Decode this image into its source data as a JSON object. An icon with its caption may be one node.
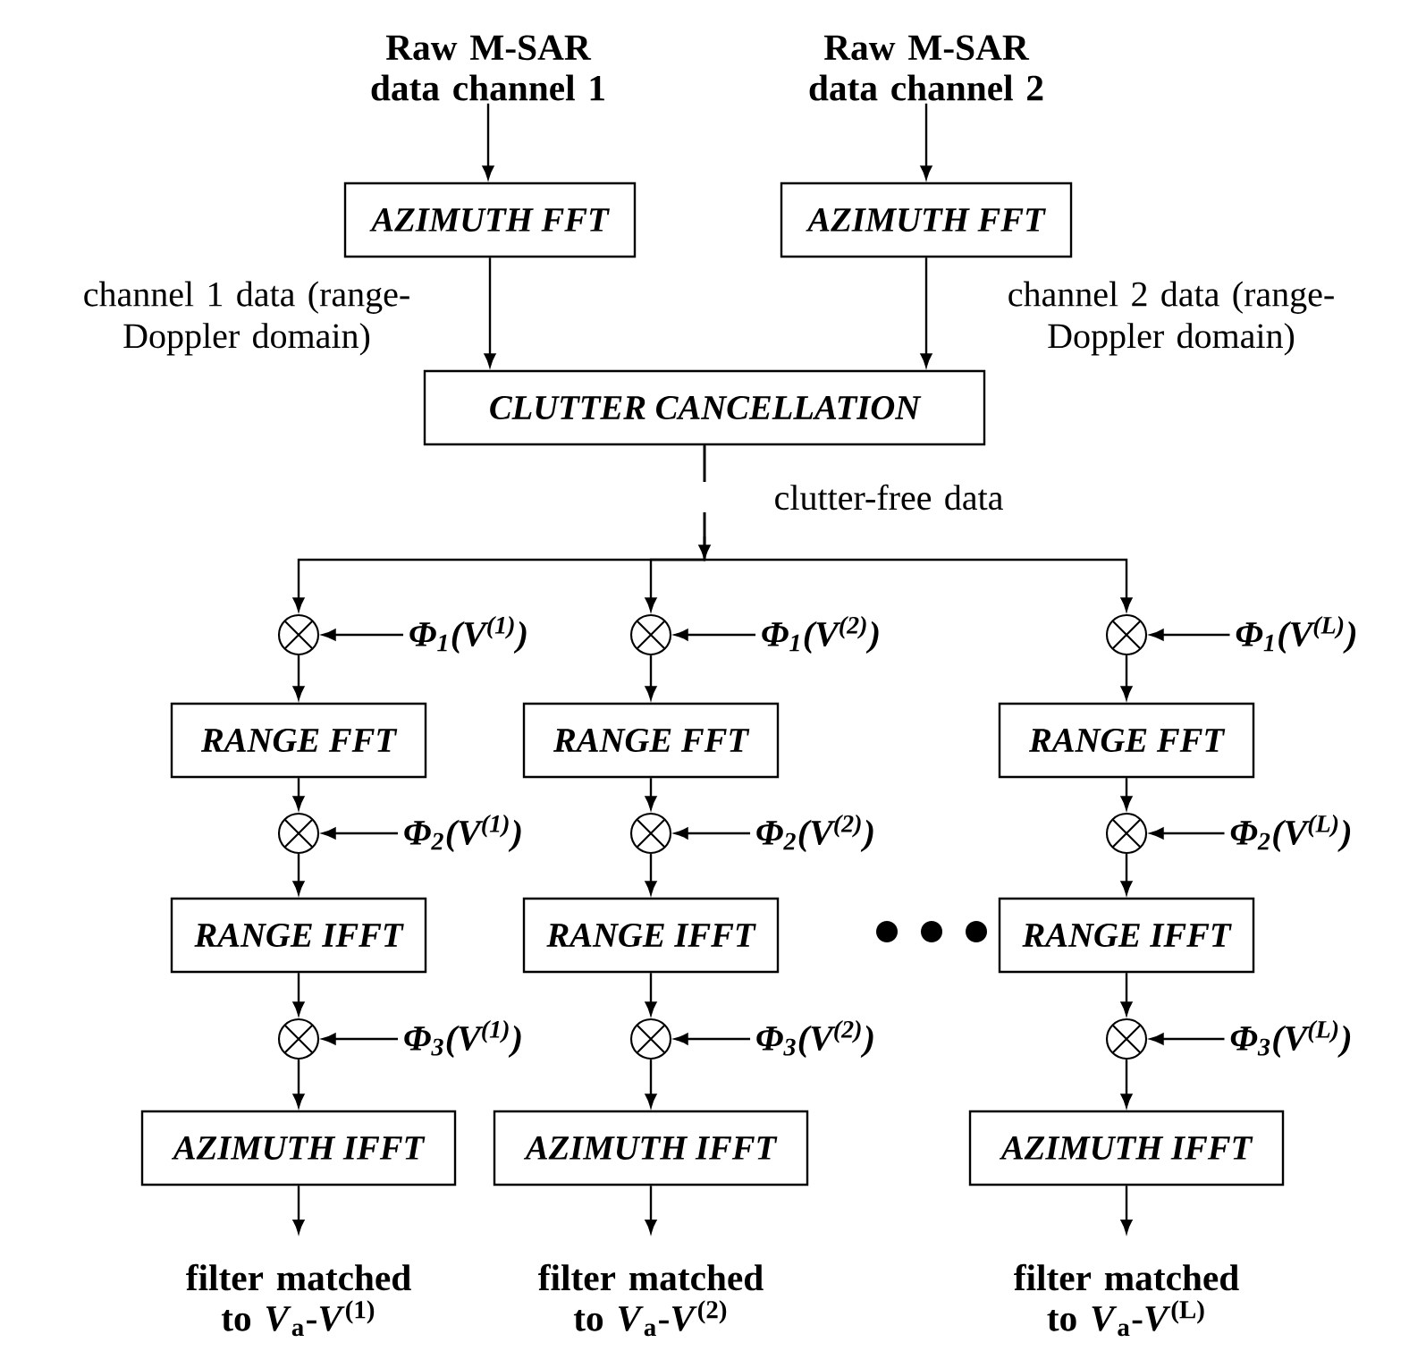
{
  "diagram": {
    "nodes": [
      {
        "text": [
          "Raw M-SAR data channel 1"
        ]
      },
      {
        "text": [
          "Raw M-SAR data channel 2"
        ]
      },
      {
        "text": [
          "AZIMUTH FFT"
        ]
      },
      {
        "text": [
          "AZIMUTH FFT"
        ]
      },
      {
        "text": [
          "CLUTTER CANCELLATION"
        ]
      },
      {
        "text": [],
        "shape": "circle"
      },
      {
        "text": [
          "Φ$_{1}$(V$^{(1)}$)"
        ]
      },
      {
        "text": [
          "RANGE FFT"
        ]
      },
      {
        "text": [],
        "shape": "circle"
      },
      {
        "text": [
          "Φ$_{2}$(V$^{(1)}$)"
        ]
      },
      {
        "text": [
          "RANGE IFFT"
        ]
      },
      {
        "text": [],
        "shape": "circle"
      },
      {
        "text": [
          "Φ$_{3}$(V$^{(1)}$)"
        ]
      },
      {
        "text": [
          "AZIMUTH IFFT"
        ]
      },
      {
        "text": [
          "filter matched to *V*$_{a}$-*V*$^{(1)}$"
        ]
      },
      {
        "text": [],
        "shape": "circle"
      },
      {
        "text": [
          "Φ$_{1}$(V$^{(2)}$)"
        ]
      },
      {
        "text": [
          "RANGE FFT"
        ]
      },
      {
        "text": [],
        "shape": "circle"
      },
      {
        "text": [
          "Φ$_{2}$(V$^{(2)}$)"
        ]
      },
      {
        "text": [
          "RANGE IFFT"
        ]
      },
      {
        "text": [],
        "shape": "circle"
      },
      {
        "text": [
          "Φ$_{3}$(V$^{(2)}$)"
        ]
      },
      {
        "text": [
          "AZIMUTH IFFT"
        ]
      },
      {
        "text": [
          "filter matched to *V*$_{a}$-*V*$^{(2)}$"
        ]
      },
      {
        "text": [],
        "shape": "circle"
      },
      {
        "text": [
          "Φ$_{1}$(V$^{(L)}$)"
        ]
      },
      {
        "text": [
          "RANGE FFT"
        ]
      },
      {
        "text": [],
        "shape": "circle"
      },
      {
        "text": [
          "Φ$_{2}$(V$^{(L)}$)"
        ]
      },
      {
        "text": [
          "RANGE IFFT"
        ]
      },
      {
        "text": [],
        "shape": "circle"
      },
      {
        "text": [
          "Φ$_{3}$(V$^{(L)}$)"
        ]
      },
      {
        "text": [
          "AZIMUTH IFFT"
        ]
      },
      {
        "text": [
          "filter matched to *V*$_{a}$-*V*$^{(L)}$"
        ]
      }
    ],
    "edges": [
      {
        "from": 0,
        "to": 2,
        "arrow": "to"
      },
      {
        "from": 1,
        "to": 3,
        "arrow": "to"
      },
      {
        "from": 2,
        "to": 4,
        "arrow": "to",
        "label": "channel 1 data (range-Doppler domain)"
      },
      {
        "from": 3,
        "to": 4,
        "arrow": "to",
        "label": "channel 2 data (range-Doppler domain)"
      },
      {
        "from": 4,
        "to": 5,
        "arrow": "to",
        "label": "clutter-free data"
      },
      {
        "from": 4,
        "to": 15,
        "arrow": "to"
      },
      {
        "from": 4,
        "to": 25,
        "arrow": "to"
      },
      {
        "from": 6,
        "to": 5,
        "arrow": "to"
      },
      {
        "from": 5,
        "to": 7,
        "arrow": "to"
      },
      {
        "from": 7,
        "to": 8,
        "arrow": "to"
      },
      {
        "from": 9,
        "to": 8,
        "arrow": "to"
      },
      {
        "from": 8,
        "to": 10,
        "arrow": "to"
      },
      {
        "from": 10,
        "to": 11,
        "arrow": "to"
      },
      {
        "from": 12,
        "to": 11,
        "arrow": "to"
      },
      {
        "from": 11,
        "to": 13,
        "arrow": "to"
      },
      {
        "from": 13,
        "to": 14,
        "arrow": "to"
      },
      {
        "from": 16,
        "to": 15,
        "arrow": "to"
      },
      {
        "from": 15,
        "to": 17,
        "arrow": "to"
      },
      {
        "from": 17,
        "to": 18,
        "arrow": "to"
      },
      {
        "from": 19,
        "to": 18,
        "arrow": "to"
      },
      {
        "from": 18,
        "to": 20,
        "arrow": "to"
      },
      {
        "from": 20,
        "to": 21,
        "arrow": "to"
      },
      {
        "from": 22,
        "to": 21,
        "arrow": "to"
      },
      {
        "from": 21,
        "to": 23,
        "arrow": "to"
      },
      {
        "from": 23,
        "to": 24,
        "arrow": "to"
      },
      {
        "from": 26,
        "to": 25,
        "arrow": "to"
      },
      {
        "from": 25,
        "to": 27,
        "arrow": "to"
      },
      {
        "from": 27,
        "to": 28,
        "arrow": "to"
      },
      {
        "from": 29,
        "to": 28,
        "arrow": "to"
      },
      {
        "from": 28,
        "to": 30,
        "arrow": "to"
      },
      {
        "from": 30,
        "to": 31,
        "arrow": "to"
      },
      {
        "from": 32,
        "to": 31,
        "arrow": "to"
      },
      {
        "from": 31,
        "to": 33,
        "arrow": "to"
      },
      {
        "from": 33,
        "to": 34,
        "arrow": "to"
      }
    ]
  }
}
